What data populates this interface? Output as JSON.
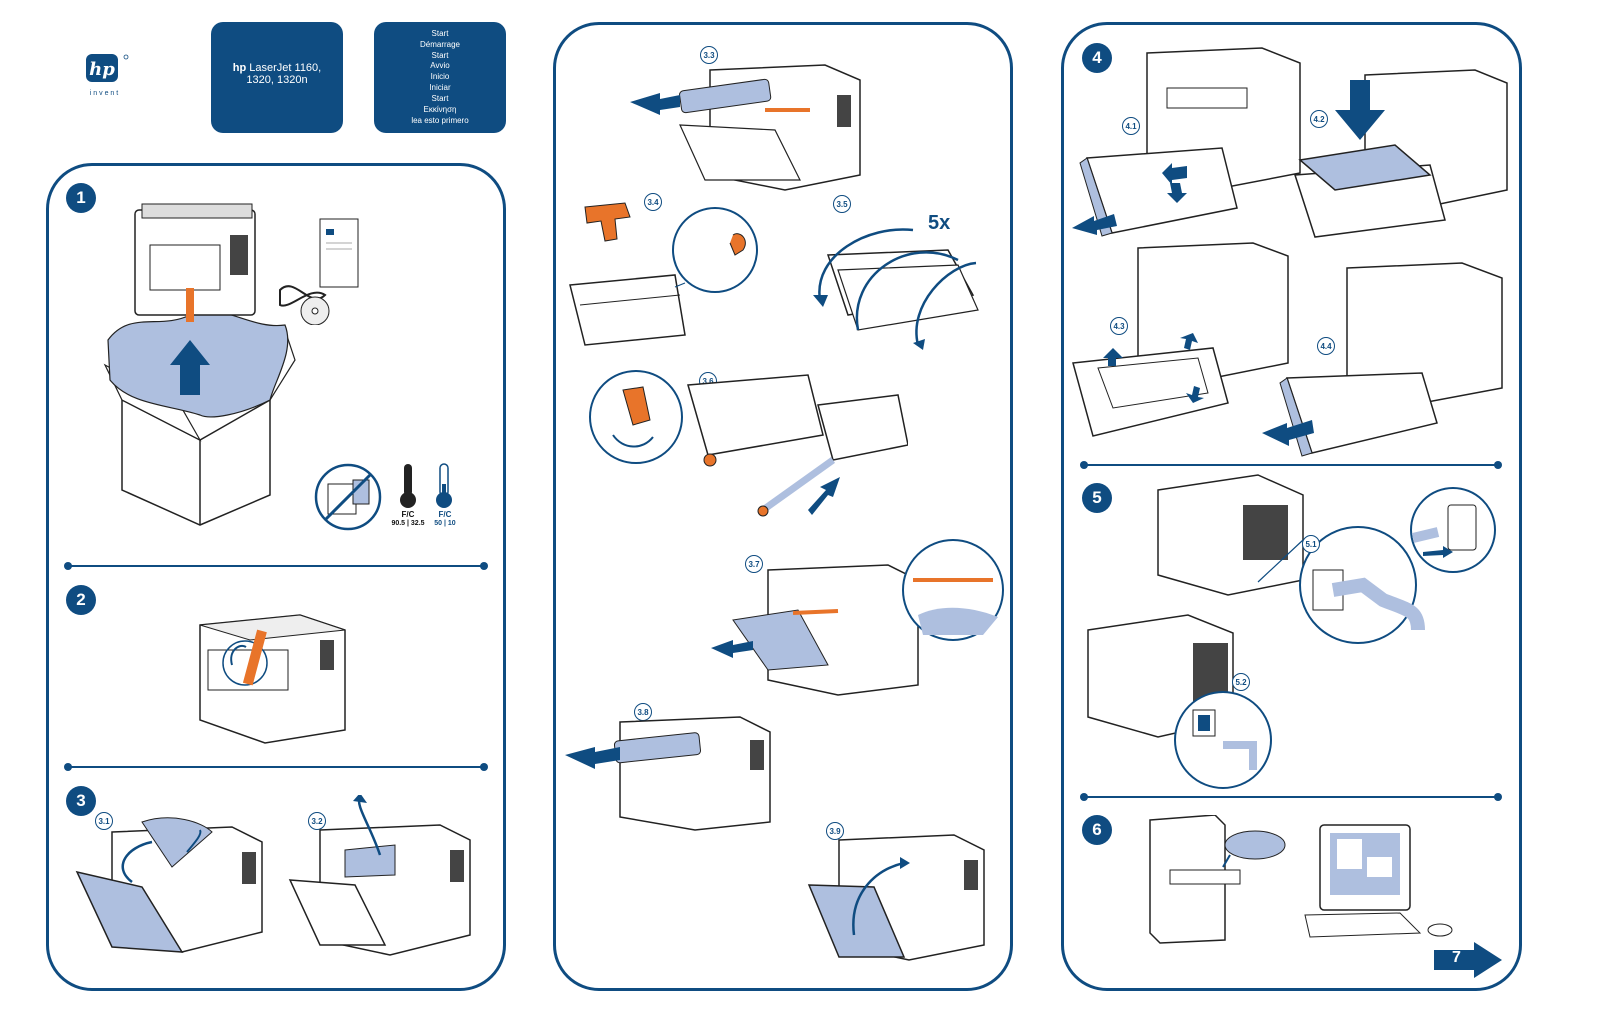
{
  "header": {
    "logo_text": "hp",
    "logo_tagline": "i n v e n t",
    "product_brand": "hp",
    "product_name": "LaserJet 1160,",
    "product_models": "1320, 1320n",
    "start_lines": [
      "Start",
      "Démarrage",
      "Start",
      "Avvio",
      "Inicio",
      "Iniciar",
      "Start",
      "Εκκίνηση"
    ],
    "read_first": "lea esto primero"
  },
  "steps": {
    "s1": "1",
    "s2": "2",
    "s3": "3",
    "s4": "4",
    "s5": "5",
    "s6": "6",
    "s7": "7"
  },
  "sub_labels": {
    "l31": "3.1",
    "l32": "3.2",
    "l33": "3.3",
    "l34": "3.4",
    "l35": "3.5",
    "l36": "3.6",
    "l37": "3.7",
    "l38": "3.8",
    "l39": "3.9",
    "l41": "4.1",
    "l42": "4.2",
    "l43": "4.3",
    "l44": "4.4",
    "l51": "5.1",
    "l52": "5.2"
  },
  "shake_count": "5x",
  "temperature": {
    "operating_unit": "F/C",
    "operating_values": "90.5 | 32.5",
    "storage_unit": "F/C",
    "storage_values": "50 | 10"
  },
  "colors": {
    "hp_blue": "#0f4c81",
    "tape_orange": "#e8742a",
    "paper_blue": "#aebfdf"
  }
}
